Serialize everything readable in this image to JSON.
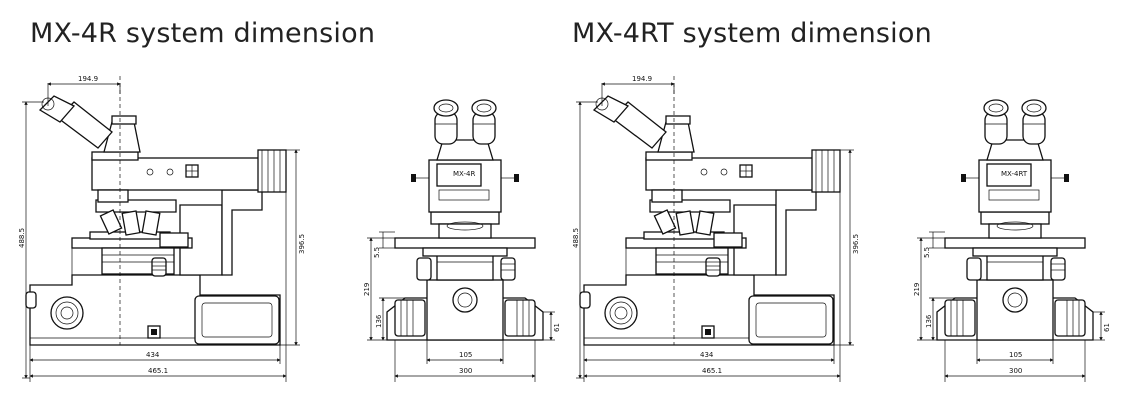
{
  "titles": {
    "left": "MX-4R system dimension",
    "right": "MX-4RT system dimension"
  },
  "left_side": {
    "top_offset": "194.9",
    "total_height": "488.5",
    "right_height": "396.5",
    "base_width": "434",
    "overall_width": "465.1"
  },
  "left_front": {
    "stage_gap": "5.5",
    "stage_height": "219",
    "base_height": "136",
    "foot_height": "61",
    "center_width": "105",
    "base_width": "300"
  },
  "right_side": {
    "top_offset": "194.9",
    "total_height": "488.5",
    "right_height": "396.5",
    "base_width": "434",
    "overall_width": "465.1"
  },
  "right_front": {
    "stage_gap": "5.5",
    "stage_height": "219",
    "base_height": "136",
    "foot_height": "61",
    "center_width": "105",
    "base_width": "300"
  },
  "front_labels": {
    "left_head": "MX-4R",
    "right_head": "MX-4RT"
  }
}
